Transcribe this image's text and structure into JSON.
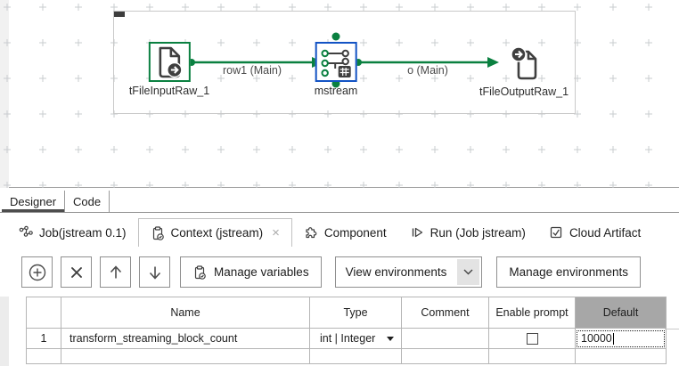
{
  "colors": {
    "connection_green": "#0a8040",
    "mstream_border_blue": "#1353c4",
    "selected_column_gray": "#a7a7a7"
  },
  "canvas": {
    "nodes": [
      {
        "label": "tFileInputRaw_1",
        "icon": "file-input-raw-icon",
        "selected": true
      },
      {
        "label": "mstream",
        "icon": "map-transform-icon",
        "selected": true
      },
      {
        "label": "tFileOutputRaw_1",
        "icon": "file-output-raw-icon",
        "selected": false
      }
    ],
    "connections": [
      {
        "label": "row1 (Main)"
      },
      {
        "label": "o (Main)"
      }
    ]
  },
  "editor_tabs": [
    {
      "label": "Designer",
      "active": true
    },
    {
      "label": "Code",
      "active": false
    }
  ],
  "view_tabs": [
    {
      "label": "Job(jstream 0.1)",
      "icon": "job-icon"
    },
    {
      "label": "Context (jstream)",
      "icon": "context-icon",
      "close": "×",
      "active": true
    },
    {
      "label": "Component",
      "icon": "component-icon"
    },
    {
      "label": "Run (Job jstream)",
      "icon": "run-icon"
    },
    {
      "label": "Cloud Artifact",
      "icon": "cloud-artifact-icon"
    }
  ],
  "toolbar": {
    "manage_variables": "Manage variables",
    "view_environments": "View environments",
    "manage_environments": "Manage environments"
  },
  "context_table": {
    "headers": {
      "row_num": "",
      "name": "Name",
      "type": "Type",
      "comment": "Comment",
      "enable_prompt": "Enable prompt",
      "default": "Default"
    },
    "selected_column": "Default",
    "rows": [
      {
        "num": "1",
        "name": "transform_streaming_block_count",
        "type": "int | Integer",
        "comment": "",
        "enable_prompt_checked": false,
        "default": "10000"
      }
    ]
  }
}
